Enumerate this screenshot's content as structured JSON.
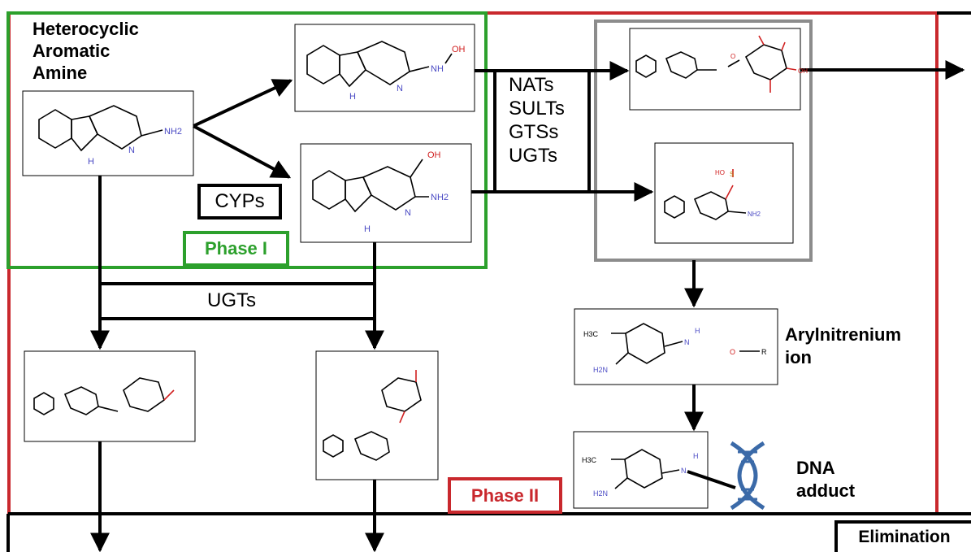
{
  "colors": {
    "phase1": "#2ca02c",
    "phase2": "#c9282d",
    "conjugates": "#8c8c8c",
    "dna": "#3b6aa8",
    "nitrogen": "#4a4ac4",
    "oxygen": "#d02020",
    "sulfur": "#b8860b"
  },
  "labels": {
    "hca": [
      "Heterocyclic",
      "Aromatic",
      "Amine"
    ],
    "cyps": "CYPs",
    "phase1": "Phase I",
    "phase2": "Phase II",
    "enzymes": [
      "NATs",
      "SULTs",
      "GTSs",
      "UGTs"
    ],
    "ugts": "UGTs",
    "arylnitrenium": [
      "Arylnitrenium",
      "ion"
    ],
    "dna_adduct": [
      "DNA",
      "adduct"
    ],
    "elimination": "Elimination"
  },
  "atoms": {
    "nh2": "NH2",
    "n": "N",
    "h": "H",
    "nh": "NH",
    "oh": "OH",
    "o": "O",
    "ho": "HO",
    "s": "S",
    "h3c": "H3C",
    "h2n": "H2N",
    "r": "R"
  }
}
